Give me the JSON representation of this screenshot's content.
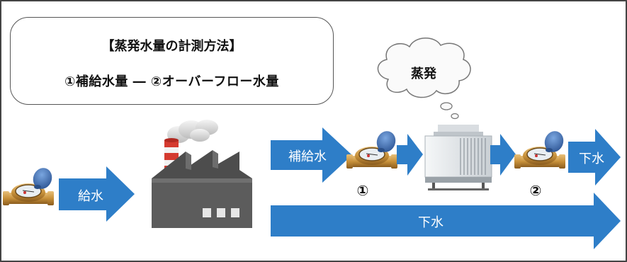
{
  "method_box": {
    "title": "【蒸発水量の計測方法】",
    "formula": "①補給水量 ― ②オーバーフロー水量"
  },
  "cloud_label": "蒸発",
  "arrows": {
    "supply": "給水",
    "makeup": "補給水",
    "drain_small": "下水",
    "drain_long": "下水"
  },
  "meter_markers": {
    "one": "①",
    "two": "②"
  },
  "colors": {
    "arrow_blue": "#2e7ec8",
    "meter_brass": "#c8913a",
    "meter_dial_blue": "#3f6fb4",
    "factory_gray": "#5c5c5c",
    "chimney_red": "#d43a2f",
    "tower_white": "#e8ecef"
  },
  "icons": [
    "water-meter-icon",
    "factory-icon",
    "cooling-tower-icon",
    "thought-cloud-icon"
  ]
}
